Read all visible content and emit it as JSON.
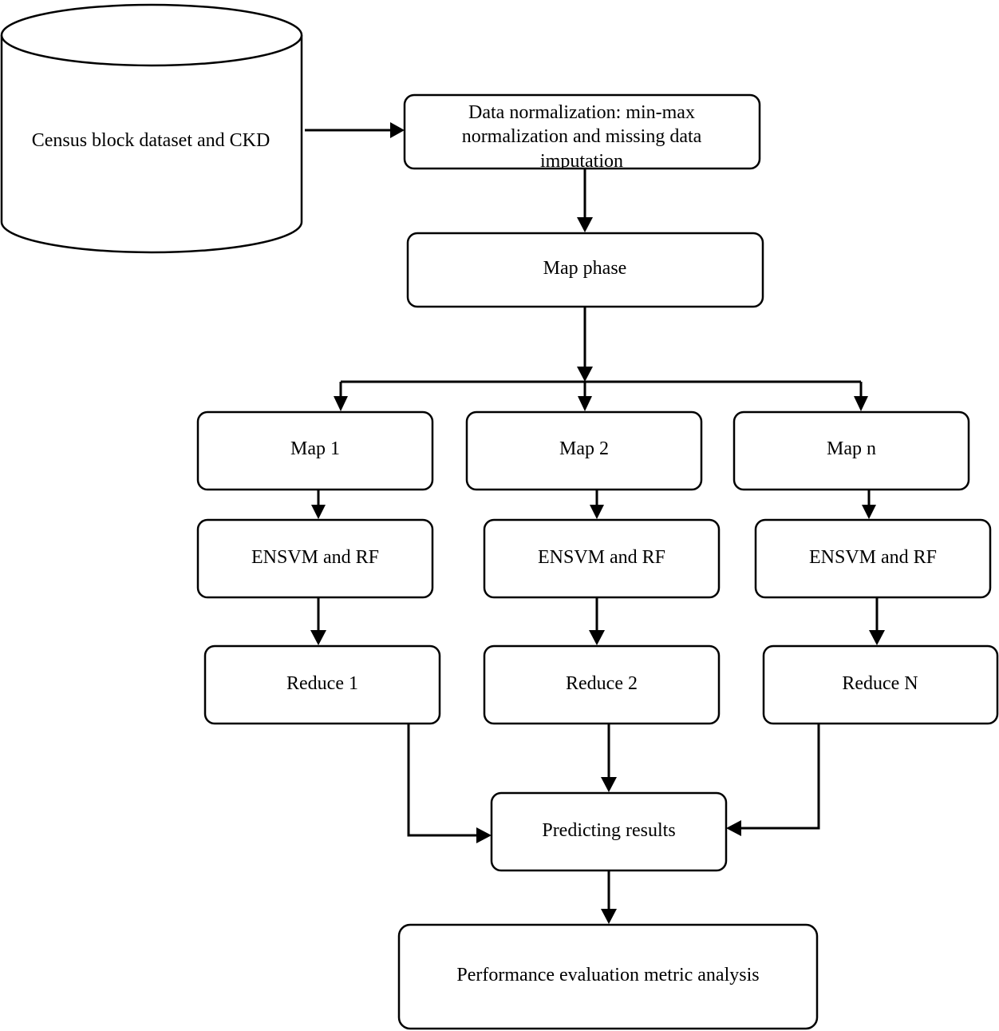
{
  "diagram": {
    "database": {
      "label": "Census block dataset and CKD"
    },
    "normalization": {
      "lines": [
        "Data normalization: min-max",
        "normalization and missing data",
        "imputation"
      ]
    },
    "map_phase": {
      "label": "Map phase"
    },
    "maps": [
      {
        "label": "Map 1"
      },
      {
        "label": "Map 2"
      },
      {
        "label": "Map n"
      }
    ],
    "classifiers": [
      {
        "label": "ENSVM and RF"
      },
      {
        "label": "ENSVM and RF"
      },
      {
        "label": "ENSVM and RF"
      }
    ],
    "reduces": [
      {
        "label": "Reduce 1"
      },
      {
        "label": "Reduce 2"
      },
      {
        "label": "Reduce N"
      }
    ],
    "predicting": {
      "label": "Predicting results"
    },
    "evaluation": {
      "label": "Performance evaluation metric analysis"
    }
  }
}
